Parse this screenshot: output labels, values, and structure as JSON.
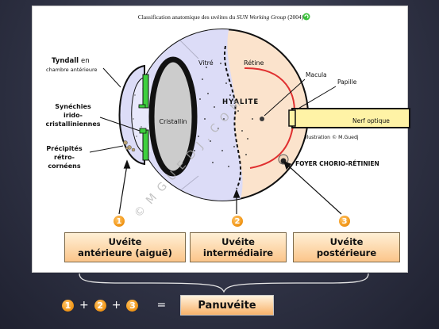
{
  "header": {
    "title_prefix": "Classification anatomique des uvéites du ",
    "title_italic": "SUN Working  Group",
    "title_suffix": " (2004)"
  },
  "diagram_labels": {
    "tyndall": "Tyndall",
    "tyndall_en": "en",
    "tyndall_sub": "chambre antérieure",
    "synechies_1": "Synéchies",
    "synechies_2": "irido-",
    "synechies_3": "cristalliniennes",
    "precipites_1": "Précipités",
    "precipites_2": "rétro-",
    "precipites_3": "cornéens",
    "cristallin": "Cristallin",
    "vitre": "Vitré",
    "retine": "Rétine",
    "hyalite": "HYALITE",
    "macula": "Macula",
    "papille": "Papille",
    "nerf_optique": "Nerf optique",
    "illustration": "Illustration © M.Guedj",
    "foyer": "FOYER CHORIO-RÉTINIEN",
    "watermark": "© M G U E D J . C O M"
  },
  "categories": [
    {
      "num": "1",
      "line1": "Uvéite",
      "line2": "antérieure (aiguë)"
    },
    {
      "num": "2",
      "line1": "Uvéite",
      "line2": "intermédiaire"
    },
    {
      "num": "3",
      "line1": "Uvéite",
      "line2": "postérieure"
    }
  ],
  "summary": {
    "num1": "1",
    "plus1": "+",
    "num2": "2",
    "plus2": "+",
    "num3": "3",
    "equals": "=",
    "result": "Panuvéite"
  },
  "colors": {
    "badge": "#f39a1c",
    "box_gradient_top": "#fff0d6",
    "box_gradient_bottom": "#fbc58a",
    "vitreous_anterior": "#dcdcf7",
    "vitreous_posterior": "#fbe3cc",
    "iris_green": "#3fcf3f",
    "retina_red": "#e03030",
    "nerve_yellow": "#fff3a6",
    "background": "#2e3143"
  }
}
